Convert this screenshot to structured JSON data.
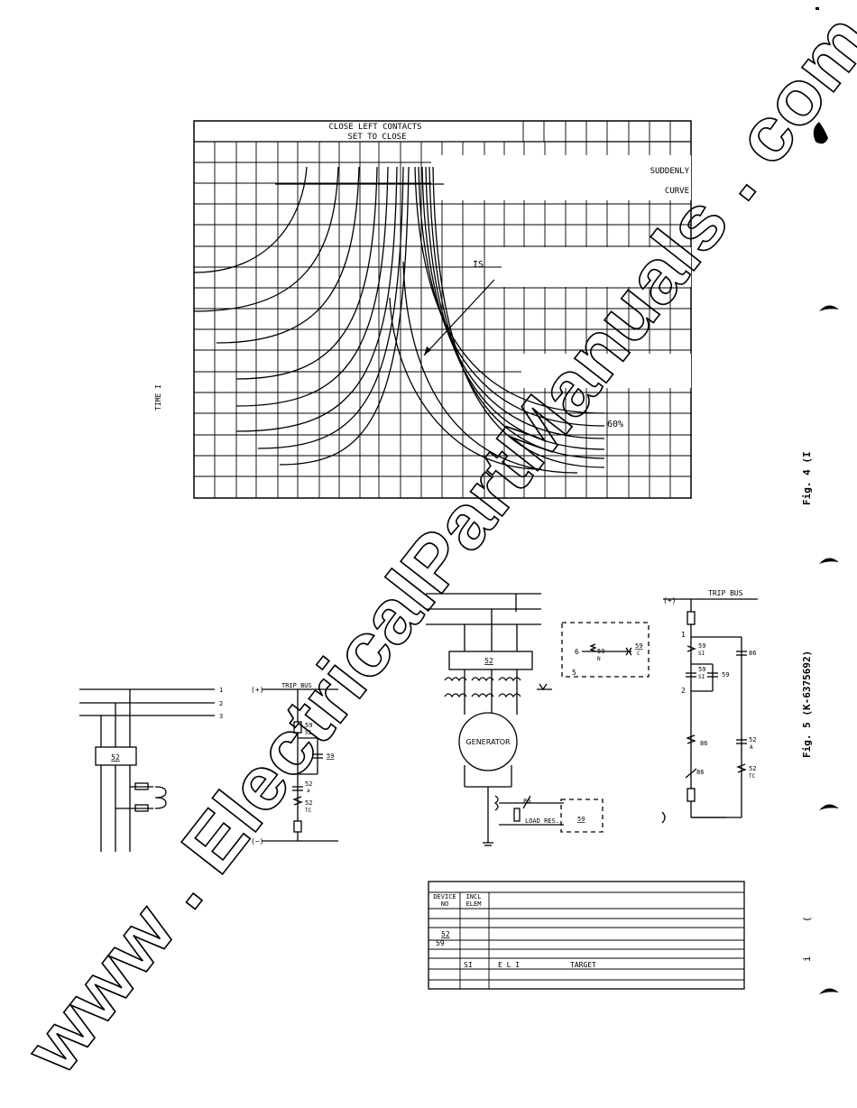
{
  "chart": {
    "header_line1": "CLOSE LEFT CONTACTS",
    "header_line2": "SET TO CLOSE",
    "label_suddenly": "SUDDENLY",
    "label_curve": "CURVE",
    "label_is": "IS",
    "label_pct": "60%",
    "ylabel": "TIME I"
  },
  "side": {
    "fig4": "Fig. 4 (I",
    "fig5": "Fig. 5 (K-6375692)",
    "paren": "(",
    "mark": "i"
  },
  "left_diagram": {
    "bus1": "1",
    "bus2": "2",
    "bus3": "3",
    "breaker": "52",
    "plus": "(+)",
    "minus": "(−)",
    "trip_bus": "TRIP BUS",
    "c59si": "59",
    "c59si_sub": "SI",
    "c59": "59",
    "c52a": "52",
    "c52a_sub": "a",
    "c52tc": "52",
    "c52tc_sub": "TC"
  },
  "center_diagram": {
    "breaker": "52",
    "generator": "GENERATOR",
    "relay_59": "59",
    "relay_59_sub": "N",
    "relay_59c": "59",
    "relay_59c_sub": "C",
    "term6": "6",
    "term5": "5",
    "c86": "86",
    "load_res": "LOAD RES.",
    "relay59": "59"
  },
  "right_diagram": {
    "plus": "(+)",
    "trip_bus": "TRIP BUS",
    "n1": "1",
    "n2": "2",
    "c59si_a": "59",
    "c59si_a_sub": "SI",
    "c59si_b": "59",
    "c59si_b_sub": "SI",
    "c59": "59",
    "c86a": "86",
    "c86b": "86",
    "c86c": "86",
    "c52a": "52",
    "c52a_sub": "A",
    "c52tc": "52",
    "c52tc_sub": "TC"
  },
  "legend_table": {
    "col1": "DEVICE NO",
    "col1a": "DEVICE",
    "col1b": "NO",
    "col2a": "INCL",
    "col2b": "ELEM",
    "r52": "52",
    "r59": "59",
    "si": "SI",
    "eli": "E L I",
    "target": "TARGET"
  },
  "watermark": "www . ElectricalPartManuals . com"
}
